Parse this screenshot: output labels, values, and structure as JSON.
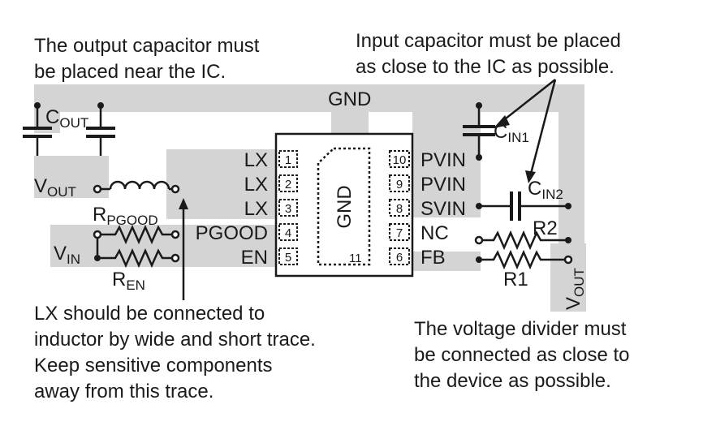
{
  "notes": {
    "output_cap": [
      "The output capacitor must",
      "be placed near the IC."
    ],
    "input_cap": [
      "Input capacitor must be placed",
      "as close to the IC as possible."
    ],
    "lx": [
      "LX should be connected to",
      "inductor by wide and short trace.",
      "Keep sensitive components",
      "away from this trace."
    ],
    "divider": [
      "The voltage divider must",
      "be connected as close to",
      "the device as possible."
    ]
  },
  "labels": {
    "gnd_top": "GND",
    "ic_gnd": "GND",
    "cout": {
      "main": "C",
      "sub": "OUT"
    },
    "vout_left": {
      "main": "V",
      "sub": "OUT"
    },
    "vin": {
      "main": "V",
      "sub": "IN"
    },
    "rpgood": {
      "main": "R",
      "sub": "PGOOD"
    },
    "ren": {
      "main": "R",
      "sub": "EN"
    },
    "cin1": {
      "main": "C",
      "sub": "IN1"
    },
    "cin2": {
      "main": "C",
      "sub": "IN2"
    },
    "r1": "R1",
    "r2": "R2",
    "vout_right": {
      "main": "V",
      "sub": "OUT"
    }
  },
  "pins_left": [
    {
      "num": "1",
      "name": "LX"
    },
    {
      "num": "2",
      "name": "LX"
    },
    {
      "num": "3",
      "name": "LX"
    },
    {
      "num": "4",
      "name": "PGOOD"
    },
    {
      "num": "5",
      "name": "EN"
    }
  ],
  "pins_right": [
    {
      "num": "10",
      "name": "PVIN"
    },
    {
      "num": "9",
      "name": "PVIN"
    },
    {
      "num": "8",
      "name": "SVIN"
    },
    {
      "num": "7",
      "name": "NC"
    },
    {
      "num": "6",
      "name": "FB"
    }
  ],
  "exposed_pad_num": "11",
  "colors": {
    "trace": "#d4d4d4",
    "ink": "#1a1a1a"
  }
}
